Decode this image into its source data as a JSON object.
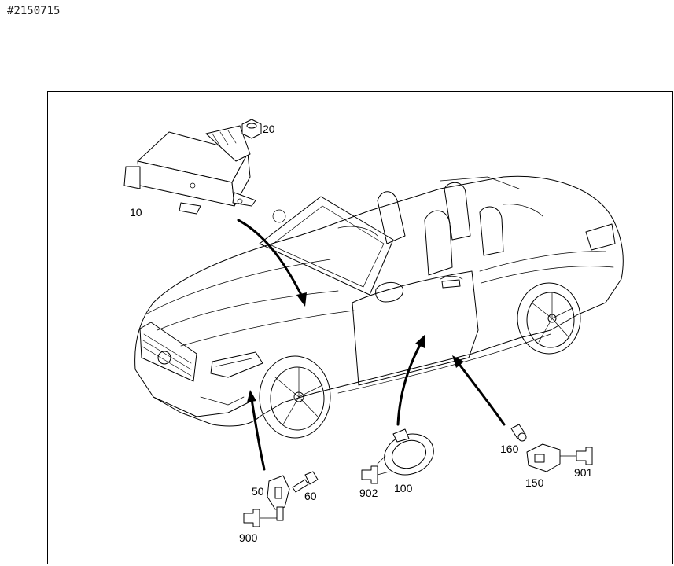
{
  "header": {
    "doc_id": "#2150715"
  },
  "callouts": {
    "c10": "10",
    "c20": "20",
    "c50": "50",
    "c60": "60",
    "c100": "100",
    "c150": "150",
    "c160": "160",
    "c900": "900",
    "c901": "901",
    "c902": "902"
  }
}
